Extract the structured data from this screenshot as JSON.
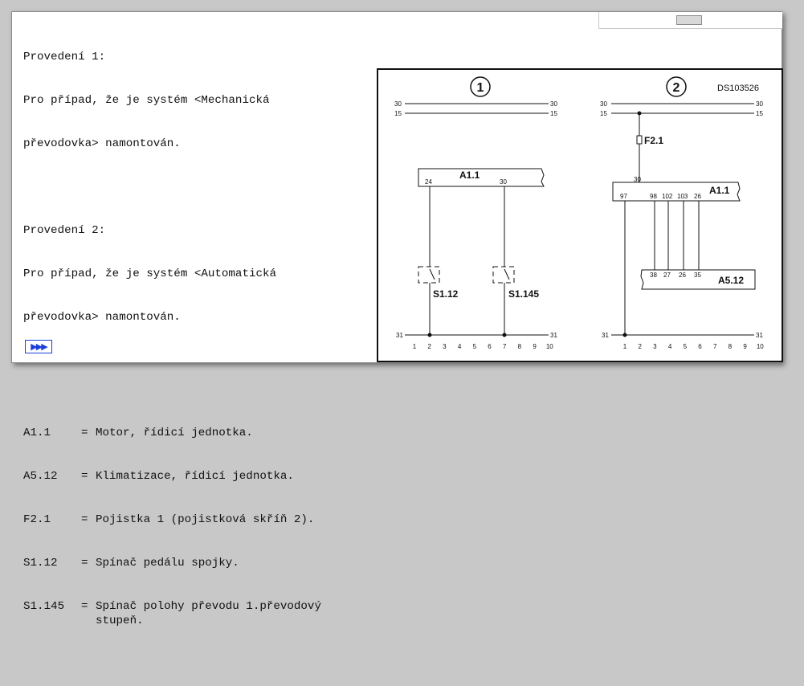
{
  "text": {
    "variant1_title": "Provedení 1:",
    "variant1_line1": "Pro případ, že je systém <Mechanická",
    "variant1_line2": "převodovka> namontován.",
    "variant2_title": "Provedení 2:",
    "variant2_line1": "Pro případ, že je systém <Automatická",
    "variant2_line2": "převodovka> namontován."
  },
  "legend": [
    {
      "code": "A1.1",
      "eq": "=",
      "desc": "Motor, řídicí jednotka."
    },
    {
      "code": "A5.12",
      "eq": "=",
      "desc": "Klimatizace, řídicí jednotka."
    },
    {
      "code": "F2.1",
      "eq": "=",
      "desc": "Pojistka 1 (pojistková skříň 2)."
    },
    {
      "code": "S1.12",
      "eq": "=",
      "desc": "Spínač pedálu spojky."
    },
    {
      "code": "S1.145",
      "eq": "=",
      "desc": "Spínač polohy převodu 1.převodový\nstupeň."
    }
  ],
  "nav": {
    "icon": "triple-arrow-icon",
    "label": "▶▶▶"
  },
  "diagram": {
    "doc_id": "DS103526",
    "variant1_num": "1",
    "variant2_num": "2",
    "rail_30": "30",
    "rail_15": "15",
    "rail_31": "31",
    "ecu": "A1.1",
    "ac_unit": "A5.12",
    "fuse": "F2.1",
    "switch_clutch": "S1.12",
    "switch_gear": "S1.145",
    "pin_24": "24",
    "pin_30": "30",
    "pins_ecu2": [
      "97",
      "98",
      "102",
      "103",
      "26"
    ],
    "pins_ac": [
      "38",
      "27",
      "26",
      "35"
    ],
    "grid": [
      "1",
      "2",
      "3",
      "4",
      "5",
      "6",
      "7",
      "8",
      "9",
      "10"
    ]
  }
}
